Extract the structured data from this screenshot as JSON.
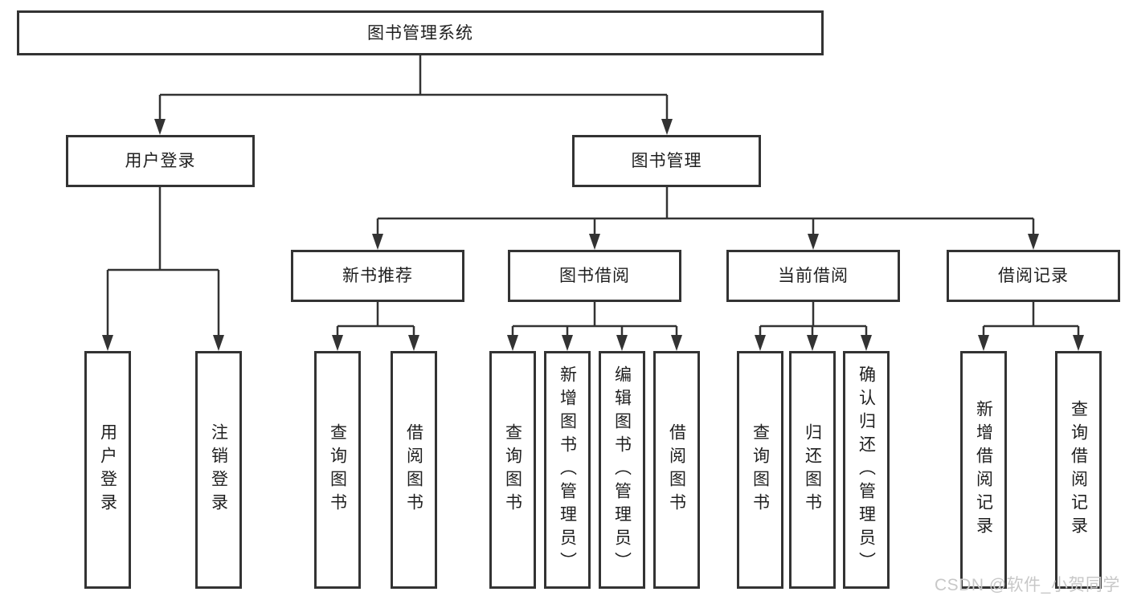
{
  "colors": {
    "line": "#333333",
    "box_border": "#333333",
    "text": "#1f1f1f",
    "background": "#ffffff",
    "watermark": "#c8c8c8"
  },
  "tree": {
    "root": {
      "label": "图书管理系统"
    },
    "branches": [
      {
        "label": "用户登录"
      },
      {
        "label": "图书管理"
      }
    ],
    "sections": [
      {
        "label": "新书推荐",
        "parent": "图书管理"
      },
      {
        "label": "图书借阅",
        "parent": "图书管理"
      },
      {
        "label": "当前借阅",
        "parent": "图书管理"
      },
      {
        "label": "借阅记录",
        "parent": "图书管理"
      }
    ],
    "leaves": [
      {
        "label": "用户登录",
        "parent": "用户登录"
      },
      {
        "label": "注销登录",
        "parent": "用户登录"
      },
      {
        "label": "查询图书",
        "parent": "新书推荐"
      },
      {
        "label": "借阅图书",
        "parent": "新书推荐"
      },
      {
        "label": "查询图书",
        "parent": "图书借阅"
      },
      {
        "label": "新增图书（管理员）",
        "parent": "图书借阅"
      },
      {
        "label": "编辑图书（管理员）",
        "parent": "图书借阅"
      },
      {
        "label": "借阅图书",
        "parent": "图书借阅"
      },
      {
        "label": "查询图书",
        "parent": "当前借阅"
      },
      {
        "label": "归还图书",
        "parent": "当前借阅"
      },
      {
        "label": "确认归还（管理员）",
        "parent": "当前借阅"
      },
      {
        "label": "新增借阅记录",
        "parent": "借阅记录"
      },
      {
        "label": "查询借阅记录",
        "parent": "借阅记录"
      }
    ]
  },
  "watermark": {
    "text": "CSDN @软件_小贺同学"
  }
}
